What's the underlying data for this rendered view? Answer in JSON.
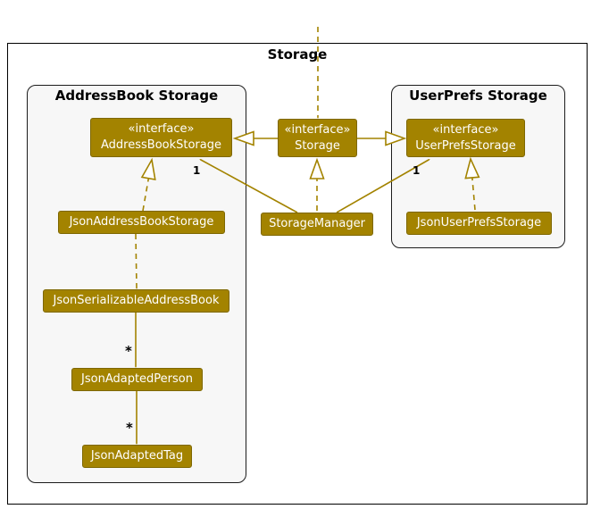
{
  "diagram": {
    "outer_frame": {
      "title": "Storage"
    },
    "frames": {
      "address_book": {
        "title": "AddressBook Storage"
      },
      "user_prefs": {
        "title": "UserPrefs Storage"
      }
    },
    "classes": {
      "address_book_storage": {
        "stereotype": "«interface»",
        "name": "AddressBookStorage"
      },
      "storage": {
        "stereotype": "«interface»",
        "name": "Storage"
      },
      "user_prefs_storage": {
        "stereotype": "«interface»",
        "name": "UserPrefsStorage"
      },
      "json_address_book_storage": {
        "name": "JsonAddressBookStorage"
      },
      "storage_manager": {
        "name": "StorageManager"
      },
      "json_user_prefs_storage": {
        "name": "JsonUserPrefsStorage"
      },
      "json_serializable_address_book": {
        "name": "JsonSerializableAddressBook"
      },
      "json_adapted_person": {
        "name": "JsonAdaptedPerson"
      },
      "json_adapted_tag": {
        "name": "JsonAdaptedTag"
      }
    },
    "multiplicities": {
      "manager_to_address_book": "1",
      "manager_to_user_prefs": "1",
      "serializable_to_person": "*",
      "person_to_tag": "*"
    },
    "colors": {
      "accent": "#A38300",
      "box_border": "#7E6700",
      "box_text": "#FFFFFF",
      "frame_background": "#F7F7F7",
      "frame_border": "#000000"
    }
  }
}
